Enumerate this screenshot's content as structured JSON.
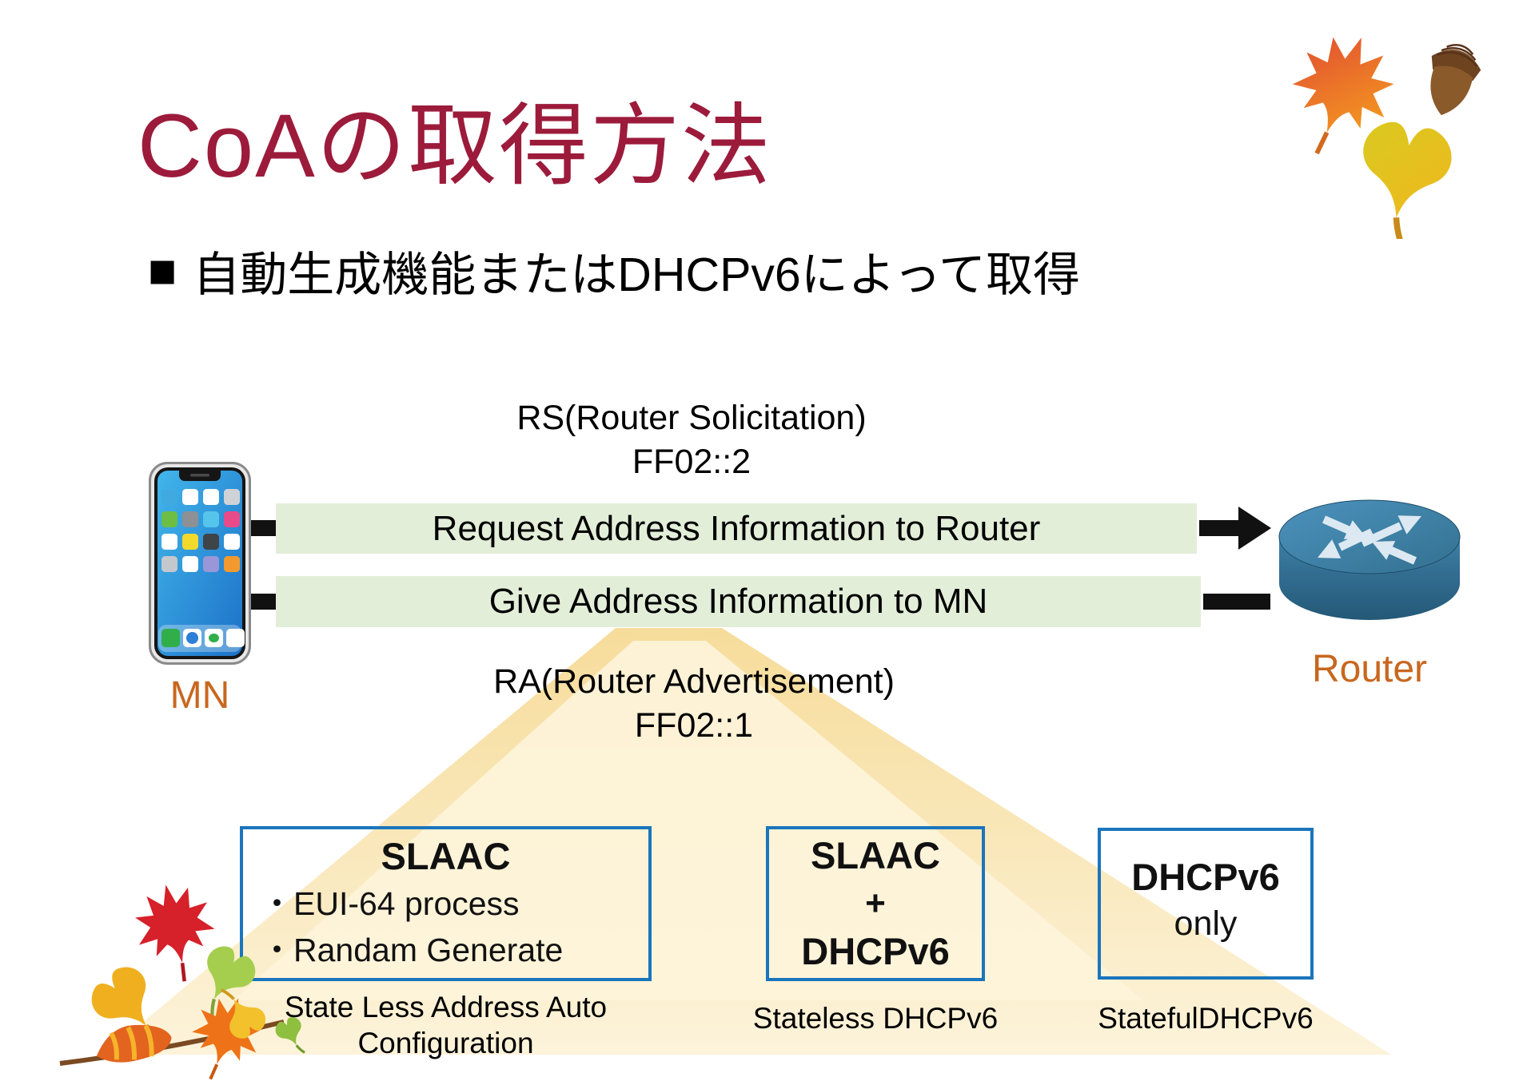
{
  "slide": {
    "title": "CoAの取得方法",
    "bullet_marker": "■",
    "bullet_text": "自動生成機能またはDHCPv6によって取得"
  },
  "flow": {
    "rs_line1": "RS(Router Solicitation)",
    "rs_line2": "FF02::2",
    "request_bar": "Request Address Information to Router",
    "give_bar": "Give Address Information to MN",
    "ra_line1": "RA(Router Advertisement)",
    "ra_line2": "FF02::1"
  },
  "nodes": {
    "mobile_label": "MN",
    "router_label": "Router"
  },
  "methods": [
    {
      "lines": [
        "SLAAC"
      ],
      "items": [
        "・EUI-64 process",
        "・Randam Generate"
      ],
      "caption": [
        "State Less Address Auto",
        "Configuration"
      ]
    },
    {
      "lines": [
        "SLAAC",
        "+",
        "DHCPv6"
      ],
      "items": [],
      "caption": [
        "Stateless DHCPv6"
      ]
    },
    {
      "lines": [
        "DHCPv6",
        "only"
      ],
      "items": [],
      "caption": [
        "StatefulDHCPv6"
      ]
    }
  ],
  "colors": {
    "title": "#9C1B3B",
    "node_label": "#C8671F",
    "bar_background": "#E3EED9",
    "box_border": "#1B75BC",
    "beam_gold": "#F5D689",
    "beam_pale": "#FCF1D4",
    "arrow_black": "#111111"
  },
  "icons": {
    "mobile": "smartphone-icon",
    "router": "router-icon",
    "decor_top_right": [
      "maple-leaf-icon",
      "acorn-icon",
      "ginkgo-leaf-icon"
    ],
    "decor_bottom_left": "autumn-leaves-icon"
  }
}
